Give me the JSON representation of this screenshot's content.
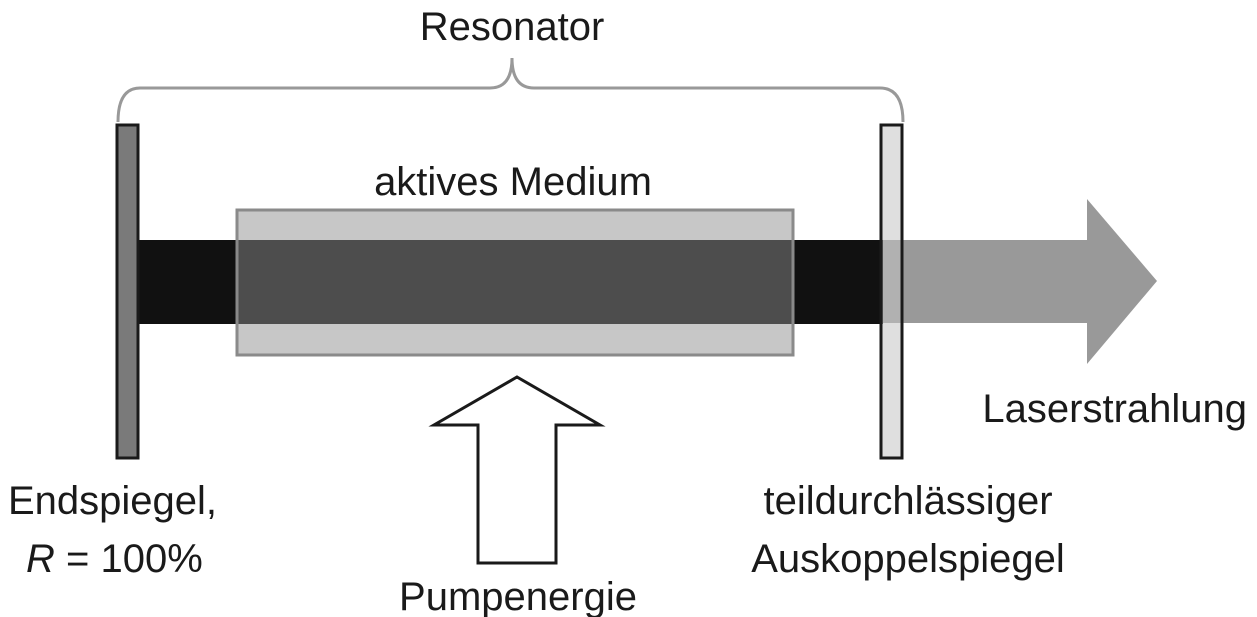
{
  "labels": {
    "resonator": "Resonator",
    "active_medium": "aktives Medium",
    "laser_radiation": "Laserstrahlung",
    "end_mirror_line1": "Endspiegel,",
    "end_mirror_r_symbol": "R",
    "end_mirror_r_value": " = 100%",
    "output_mirror_line1": "teildurchlässiger",
    "output_mirror_line2": "Auskoppelspiegel",
    "pump_energy": "Pumpenergie"
  },
  "colors": {
    "beam": "#111111",
    "medium_fill": "#c7c7c7",
    "medium_core": "#4d4d4d",
    "end_mirror": "#7a7a7a",
    "output_mirror": "#c4c4c4",
    "output_arrow": "#999999",
    "outline": "#1a1a1a",
    "brace": "#999999"
  }
}
